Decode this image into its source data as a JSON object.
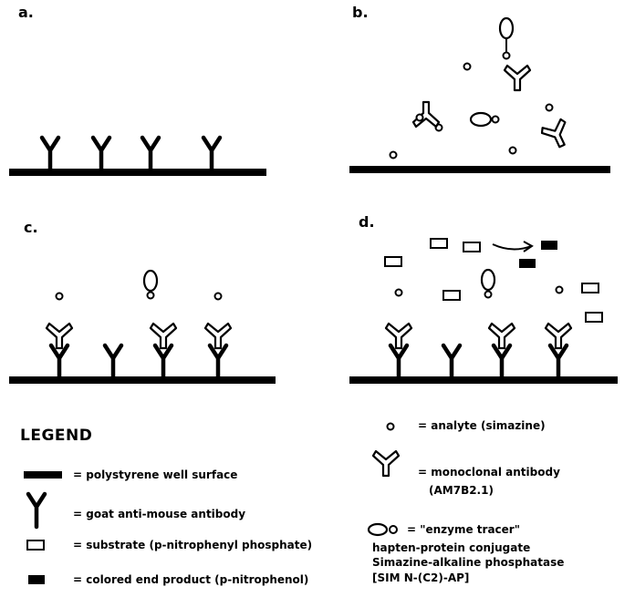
{
  "panels": {
    "a": "a.",
    "b": "b.",
    "c": "c.",
    "d": "d."
  },
  "legend": {
    "title": "LEGEND",
    "left_items": [
      {
        "icon": "polystyrene-well-surface-icon",
        "text": "= polystyrene well surface"
      },
      {
        "icon": "goat-antibody-icon",
        "text": "= goat anti-mouse antibody"
      },
      {
        "icon": "substrate-icon",
        "text": "= substrate (p-nitrophenyl phosphate)"
      },
      {
        "icon": "colored-end-product-icon",
        "text": "= colored end product (p-nitrophenol)"
      }
    ],
    "analyte": "= analyte (simazine)",
    "monoclonal_line1": "= monoclonal antibody",
    "monoclonal_line2": "(AM7B2.1)",
    "tracer_line1": "= \"enzyme tracer\"",
    "tracer_line2": "hapten-protein conjugate",
    "tracer_line3": "Simazine-alkaline phosphatase",
    "tracer_line4": "[SIM N-(C2)-AP]"
  },
  "colors": {
    "ink": "#000000",
    "background": "#ffffff"
  }
}
